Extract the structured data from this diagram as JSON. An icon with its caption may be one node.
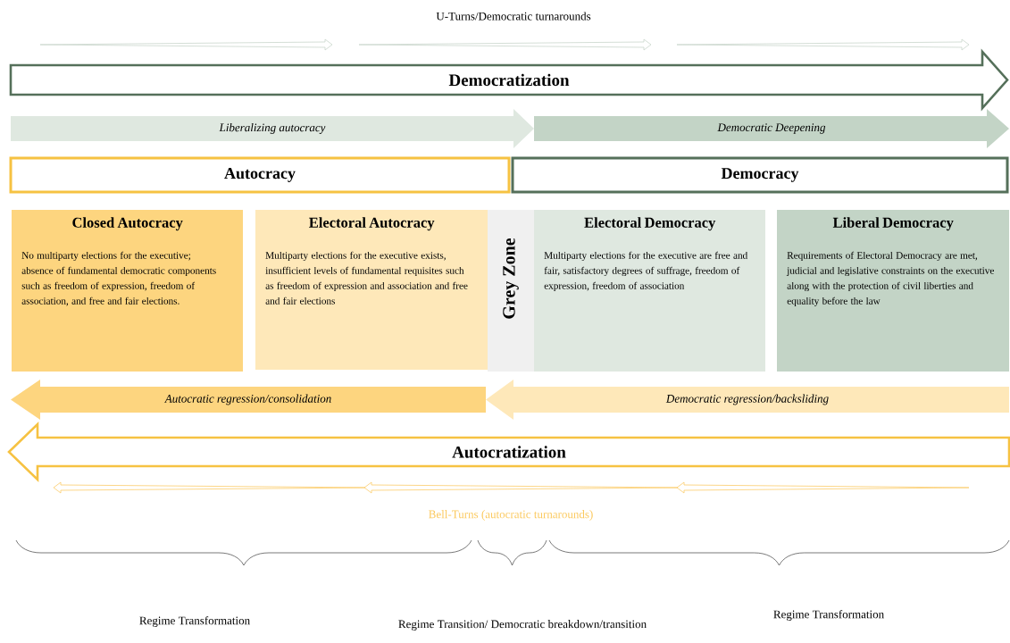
{
  "diagram": {
    "nodes": [
      {
        "text": [
          "Democratization"
        ]
      },
      {
        "text": [
          "Liberalizing autocracy"
        ]
      },
      {
        "text": [
          "Democratic Deepening"
        ]
      },
      {
        "text": [
          "Autocracy"
        ]
      },
      {
        "text": [
          "Democracy"
        ]
      },
      {
        "text": [
          "Closed Autocracy",
          "No multiparty elections for the executive;",
          "absence of fundamental democratic components such as freedom of expression, freedom of association, and free and fair elections."
        ]
      },
      {
        "text": [
          "Electoral Autocracy",
          "Multiparty elections for the executive exists, insufficient levels of fundamental requisites such as freedom of expression and association and free and fair elections"
        ]
      },
      {
        "text": [
          "Grey Zone"
        ]
      },
      {
        "text": [
          "Electoral Democracy",
          "Multiparty elections for the executive are free and fair, satisfactory degrees of suffrage, freedom of expression, freedom of association"
        ]
      },
      {
        "text": [
          "Liberal Democracy",
          "Requirements of Electoral Democracy are met, judicial and legislative constraints on the executive along with the protection of civil liberties and equality before the law"
        ]
      },
      {
        "text": [
          "Autocratic regression/consolidation"
        ]
      },
      {
        "text": [
          "Democratic regression/backsliding"
        ]
      },
      {
        "text": [
          "Autocratization"
        ]
      }
    ],
    "labels": [
      "U-Turns/Democratic turnarounds",
      "Bell-Turns (autocratic turnarounds)",
      "Regime Transformation",
      "Regime Transition/ Democratic breakdown/transition",
      "Regime Transformation"
    ]
  }
}
